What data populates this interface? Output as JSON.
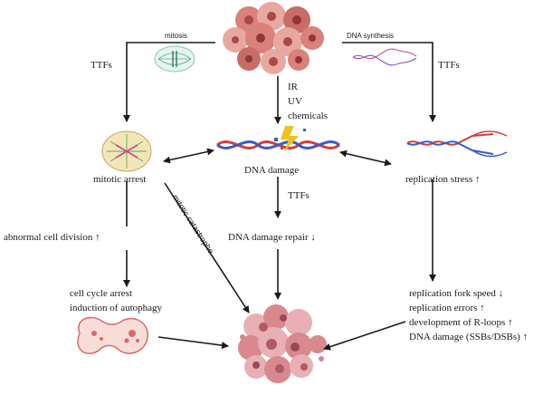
{
  "top_left_label": "mitosis",
  "top_right_label": "DNA synthesis",
  "ttf_left": "TTFs",
  "ttf_right": "TTFs",
  "ttf_center": "TTFs",
  "damage_agents": [
    "IR",
    "UV",
    "chemicals"
  ],
  "dna_damage": "DNA damage",
  "mitotic_arrest": "mitotic arrest",
  "replication_stress": "replication stress ↑",
  "abnormal_division": "abnormal cell division ↑",
  "mitotic_catastrophe": "mitotic catastrophe",
  "dna_repair": "DNA damage repair ↓",
  "cell_cycle_arrest": [
    "cell cycle arrest",
    "induction of autophagy"
  ],
  "replication_effects": [
    "replication fork speed ↓",
    "replication errors ↑",
    "development of R-loops ↑",
    "DNA damage (SSBs/DSBs) ↑"
  ],
  "colors": {
    "arrow": "#1a1a1a",
    "tumor_light": "#e8a8a0",
    "tumor_dark": "#a84a48",
    "dna_red": "#d43c3c",
    "dna_blue": "#3a5ac8",
    "bolt": "#f0c020"
  }
}
